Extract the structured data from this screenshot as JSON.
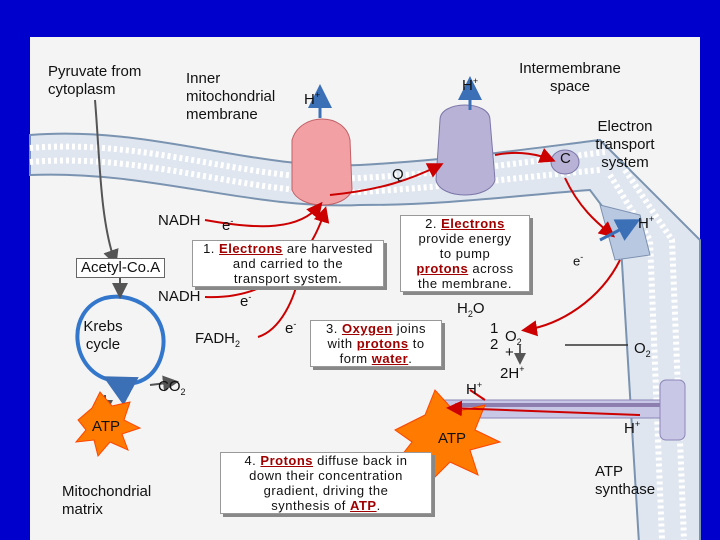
{
  "labels": {
    "pyruvate": "Pyruvate from cytoplasm",
    "inner_membrane": "Inner mitochondrial membrane",
    "h_top_left": "H",
    "h_top_mid": "H",
    "intermembrane": "Intermembrane space",
    "ets": "Electron transport system",
    "c": "C",
    "q": "Q",
    "nadh1": "NADH",
    "nadh2": "NADH",
    "acetyl": "Acetyl-Co.A",
    "krebs": "Krebs cycle",
    "fadh": "FADH",
    "co2": "CO",
    "atp_left": "ATP",
    "atp_center": "ATP",
    "matrix": "Mitochondrial matrix",
    "h_right": "H",
    "e_right": "e",
    "h2o": "H",
    "o_frac": "1",
    "o2_mid": "O",
    "two": "2",
    "plus": "+",
    "two_h": "2H",
    "o2_right": "O",
    "h_bottom": "H",
    "h_bottom_right": "H",
    "atp_synthase": "ATP synthase",
    "e1": "e",
    "e2": "e",
    "e3": "e",
    "sup_plus": "+",
    "sup_minus": "-",
    "sub_two": "2"
  },
  "boxes": {
    "b1": {
      "num": "1.",
      "w1": "Electrons",
      "rest1": "are harvested",
      "rest2": "and carried to the",
      "rest3": "transport system."
    },
    "b2": {
      "num": "2.",
      "w1": "Electrons",
      "l2": "provide energy",
      "l3": "to pump",
      "w2": "protons",
      "l4": "across",
      "l5": "the membrane."
    },
    "b3": {
      "num": "3.",
      "w1": "Oxygen",
      "l1": "joins",
      "l2a": "with",
      "w2": "protons",
      "l2b": "to",
      "l3a": "form",
      "w3": "water",
      "l3b": "."
    },
    "b4": {
      "num": "4.",
      "w1": "Protons",
      "l1": "diffuse back in",
      "l2": "down their concentration",
      "l3": "gradient, driving the",
      "l4a": "synthesis of",
      "w2": "ATP",
      "l4b": "."
    }
  },
  "colors": {
    "frame": "#0000cc",
    "arrow": "#cc0000",
    "matrix_arrow": "#3377cc",
    "atp_star": "#ff6600"
  }
}
